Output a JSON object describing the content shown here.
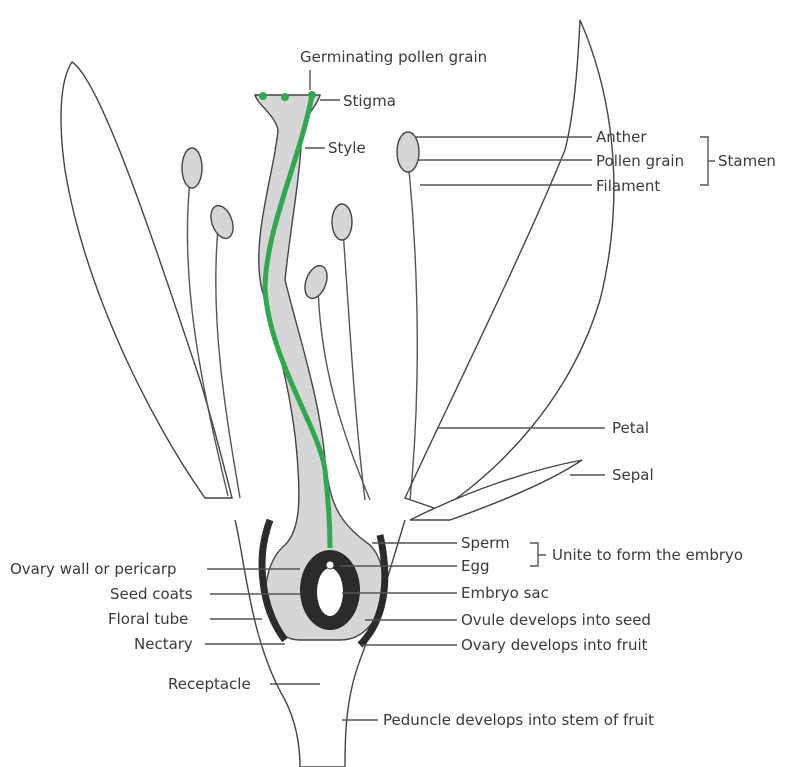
{
  "labels": {
    "germinating_pollen_grain": "Germinating pollen grain",
    "stigma": "Stigma",
    "style": "Style",
    "anther": "Anther",
    "pollen_grain": "Pollen grain",
    "filament": "Filament",
    "stamen": "Stamen",
    "petal": "Petal",
    "sepal": "Sepal",
    "sperm": "Sperm",
    "egg": "Egg",
    "unite": "Unite to form the embryo",
    "ovary_wall": "Ovary wall or pericarp",
    "seed_coats": "Seed coats",
    "floral_tube": "Floral tube",
    "nectary": "Nectary",
    "embryo_sac": "Embryo sac",
    "ovule_develops": "Ovule develops into seed",
    "ovary_develops": "Ovary develops into fruit",
    "receptacle": "Receptacle",
    "peduncle": "Peduncle develops into stem of fruit"
  },
  "colors": {
    "pollen_tube": "#2fa84f",
    "tissue_grey": "#d6d6d6",
    "dark": "#2b2b2b"
  }
}
